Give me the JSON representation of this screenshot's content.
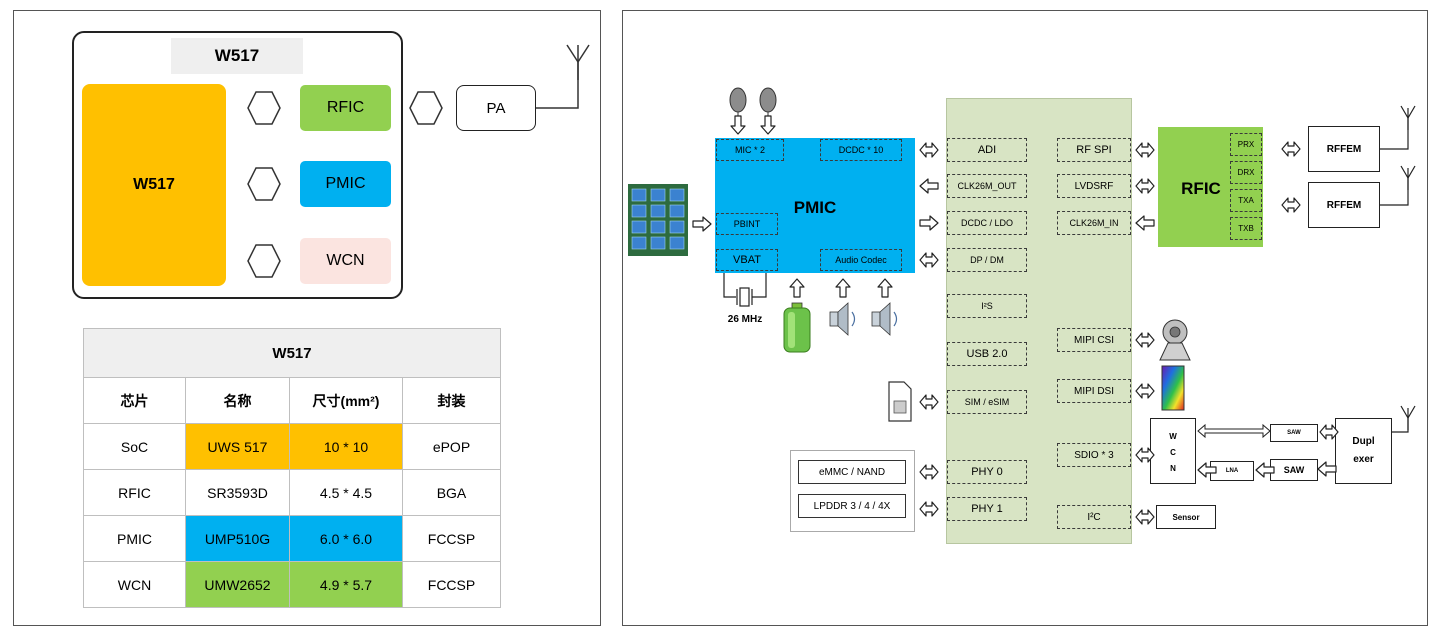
{
  "left": {
    "soc_header": "W517",
    "soc_core": "W517",
    "rfic": "RFIC",
    "pmic": "PMIC",
    "wcn": "WCN",
    "pa": "PA",
    "table": {
      "title": "W517",
      "headers": [
        "芯片",
        "名称",
        "尺寸(mm²)",
        "封装"
      ],
      "rows": [
        [
          "SoC",
          "UWS 517",
          "10 * 10",
          "ePOP"
        ],
        [
          "RFIC",
          "SR3593D",
          "4.5 * 4.5",
          "BGA"
        ],
        [
          "PMIC",
          "UMP510G",
          "6.0 * 6.0",
          "FCCSP"
        ],
        [
          "WCN",
          "UMW2652",
          "4.9 * 5.7",
          "FCCSP"
        ]
      ]
    }
  },
  "right": {
    "pmic": {
      "title": "PMIC",
      "mic": "MIC * 2",
      "dcdc": "DCDC * 10",
      "pbint": "PBINT",
      "vbat": "VBAT",
      "audio": "Audio Codec"
    },
    "crystal": "26 MHz",
    "soc_left": [
      "ADI",
      "CLK26M_OUT",
      "DCDC / LDO",
      "DP / DM",
      "I²S",
      "USB 2.0",
      "SIM / eSIM",
      "PHY 0",
      "PHY 1"
    ],
    "soc_right": [
      "RF SPI",
      "LVDSRF",
      "CLK26M_IN",
      "MIPI CSI",
      "MIPI DSI",
      "SDIO * 3",
      "I²C"
    ],
    "rfic": {
      "title": "RFIC",
      "ports": [
        "PRX",
        "DRX",
        "TXA",
        "TXB"
      ]
    },
    "rffem": [
      "RFFEM",
      "RFFEM"
    ],
    "memory": [
      "eMMC / NAND",
      "LPDDR 3 / 4 / 4X"
    ],
    "wcn": [
      "W",
      "C",
      "N"
    ],
    "saw": [
      "SAW",
      "SAW"
    ],
    "lna": "LNA",
    "duplexer": [
      "Dupl",
      "exer"
    ],
    "sensor": "Sensor"
  },
  "colors": {
    "soc_yellow": "#ffc000",
    "rfic_green": "#92d050",
    "pmic_blue": "#00b0f0",
    "wcn_pink": "#fbe4e0",
    "soc_board_green": "#d8e4c4"
  }
}
